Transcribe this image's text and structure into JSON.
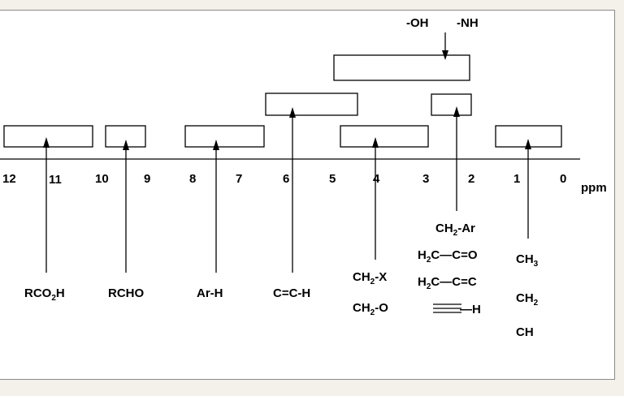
{
  "axis": {
    "ticks": [
      "12",
      "11",
      "10",
      "9",
      "8",
      "7",
      "6",
      "5",
      "4",
      "3",
      "2",
      "1",
      "0"
    ],
    "unit_label": "ppm"
  },
  "top_labels": {
    "oh": "-OH",
    "nh": "-NH"
  },
  "labels": {
    "rco2h_pre": "RCO",
    "rco2h_sub": "2",
    "rco2h_post": "H",
    "rcho": "RCHO",
    "arh": "Ar-H",
    "cch": "C=C-H",
    "ch2x_pre": "CH",
    "ch2x_sub": "2",
    "ch2x_post": "-X",
    "ch2o_pre": "CH",
    "ch2o_sub": "2",
    "ch2o_post": "-O",
    "ch2ar_pre": "CH",
    "ch2ar_sub": "2",
    "ch2ar_post": "-Ar",
    "h2cco_pre": "H",
    "h2cco_sub": "2",
    "h2cco_post": "C—C=O",
    "h2ccc_pre": "H",
    "h2ccc_sub": "2",
    "h2ccc_post": "C—C=C",
    "alkyne_h": "—H",
    "ch3_pre": "CH",
    "ch3_sub": "3",
    "ch2_pre": "CH",
    "ch2_sub": "2",
    "ch": "CH"
  },
  "colors": {
    "background": "#f3f1ea",
    "panel": "#ffffff",
    "ink": "#000000"
  }
}
